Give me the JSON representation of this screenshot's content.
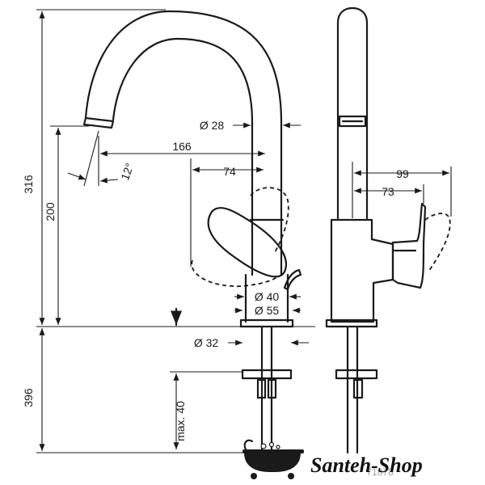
{
  "drawing": {
    "front_dimensions": {
      "total_height": "316",
      "spout_height": "200",
      "below_counter": "396",
      "spout_angle": "12°",
      "spout_reach": "166",
      "lever_reach": "74",
      "spout_diameter": "Ø 28",
      "inner_diameter": "Ø 40",
      "base_diameter": "Ø 55",
      "shank_diameter": "Ø 32",
      "max_thickness": "max. 40"
    },
    "side_dimensions": {
      "handle_depth": "99",
      "body_depth": "73"
    }
  },
  "watermark": {
    "brand_text": "Santeh-Shop",
    "model_code": "71878"
  }
}
